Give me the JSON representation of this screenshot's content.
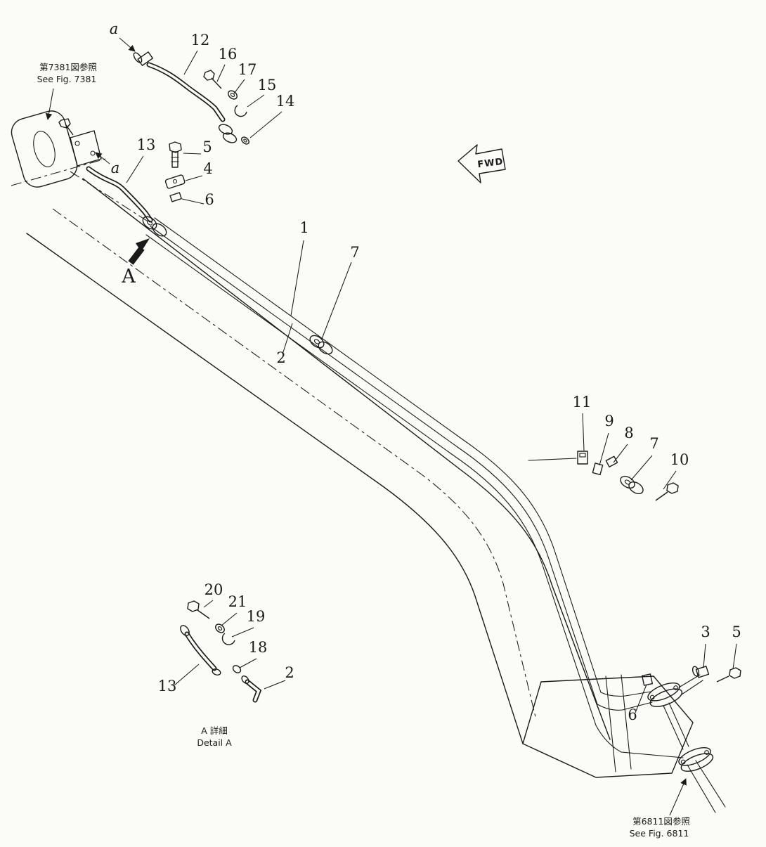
{
  "colors": {
    "paper": "#fbfbf8",
    "ink": "#1a1a1a"
  },
  "annotations": {
    "see_fig_top_jp": "第7381図参照",
    "see_fig_top_en": "See Fig. 7381",
    "see_fig_bottom_jp": "第6811図参照",
    "see_fig_bottom_en": "See Fig. 6811",
    "detail_jp": "A 詳細",
    "detail_en": "Detail A",
    "fwd": "FWD",
    "view_a": "A",
    "section_a_top": "a",
    "section_a_mid": "a"
  },
  "callouts": {
    "n1": "1",
    "n2_mid": "2",
    "n2_det": "2",
    "n3": "3",
    "n4": "4",
    "n5_top": "5",
    "n5_bot": "5",
    "n6_top": "6",
    "n6_bot": "6",
    "n7_mid": "7",
    "n7_rt": "7",
    "n8": "8",
    "n9": "9",
    "n10": "10",
    "n11": "11",
    "n12": "12",
    "n13_top": "13",
    "n13_det": "13",
    "n14": "14",
    "n15": "15",
    "n16": "16",
    "n17": "17",
    "n18": "18",
    "n19": "19",
    "n20": "20",
    "n21": "21"
  }
}
